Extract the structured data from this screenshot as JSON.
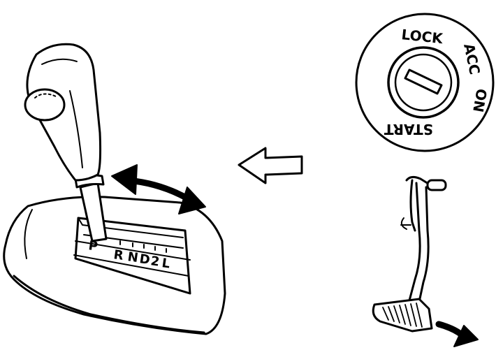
{
  "ignition_switch": {
    "positions": [
      "LOCK",
      "ACC",
      "ON",
      "START"
    ]
  },
  "shift_indicator": {
    "positions": [
      "P",
      "R",
      "N",
      "D",
      "2",
      "L"
    ]
  },
  "colors": {
    "line": "#000000",
    "fill": "#ffffff"
  }
}
